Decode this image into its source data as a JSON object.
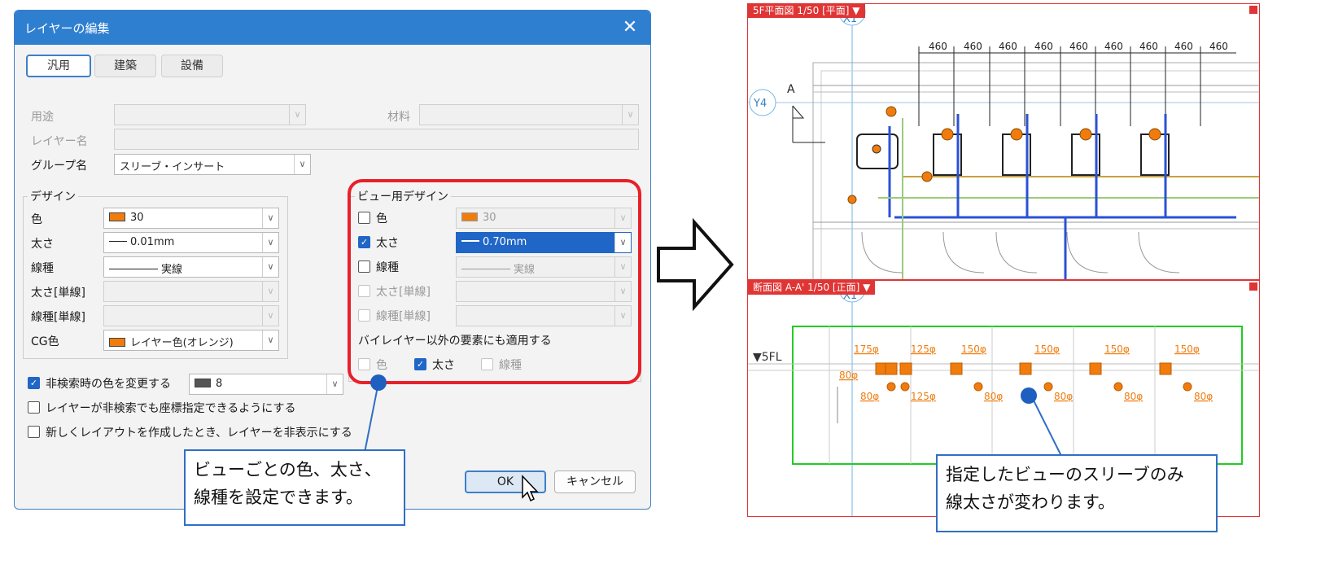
{
  "dialog": {
    "title": "レイヤーの編集",
    "close": "✕",
    "tabs": [
      "汎用",
      "建築",
      "設備"
    ],
    "labels": {
      "use": "用途",
      "material": "材料",
      "layer_name": "レイヤー名",
      "group_name": "グループ名"
    },
    "group_value": "スリーブ・インサート",
    "design": {
      "title": "デザイン",
      "rows": [
        {
          "label": "色",
          "value": "30"
        },
        {
          "label": "太さ",
          "value": "0.01mm"
        },
        {
          "label": "線種",
          "value": "実線"
        },
        {
          "label": "太さ[単線]",
          "value": ""
        },
        {
          "label": "線種[単線]",
          "value": ""
        },
        {
          "label": "CG色",
          "value": "レイヤー色(オレンジ)"
        }
      ]
    },
    "view_design": {
      "title": "ビュー用デザイン",
      "rows": [
        {
          "label": "色",
          "value": "30"
        },
        {
          "label": "太さ",
          "value": "0.70mm"
        },
        {
          "label": "線種",
          "value": "実線"
        },
        {
          "label": "太さ[単線]",
          "value": ""
        },
        {
          "label": "線種[単線]",
          "value": ""
        }
      ],
      "apply_text": "バイレイヤー以外の要素にも適用する",
      "apply_options": [
        "色",
        "太さ",
        "線種"
      ]
    },
    "options": [
      "非検索時の色を変更する",
      "レイヤーが非検索でも座標指定できるようにする",
      "新しくレイアウトを作成したとき、レイヤーを非表示にする"
    ],
    "nonsearch_color": "8",
    "ok": "OK",
    "cancel": "キャンセル",
    "colors": {
      "orange": "#f07c0e",
      "gray": "#555555",
      "accent": "#2f7fd1"
    }
  },
  "callout_left": [
    "ビューごとの色、太さ、",
    "線種を設定できます。"
  ],
  "callout_right": [
    "指定したビューのスリーブのみ",
    "線太さが変わります。"
  ],
  "plan": {
    "tag": "5F平面図 1/50 [平面]",
    "dim": "460",
    "grid_y": "Y4",
    "grid_x": "X1",
    "section_mark": "A"
  },
  "section": {
    "tag": "断面図 A-A' 1/50 [正面]",
    "level": "▼5FL",
    "labels_top": [
      "175φ",
      "125φ",
      "150φ",
      "150φ",
      "150φ",
      "150φ"
    ],
    "labels_bottom": [
      "80φ",
      "80φ",
      "125φ",
      "80φ",
      "80φ",
      "80φ",
      "80φ"
    ]
  }
}
